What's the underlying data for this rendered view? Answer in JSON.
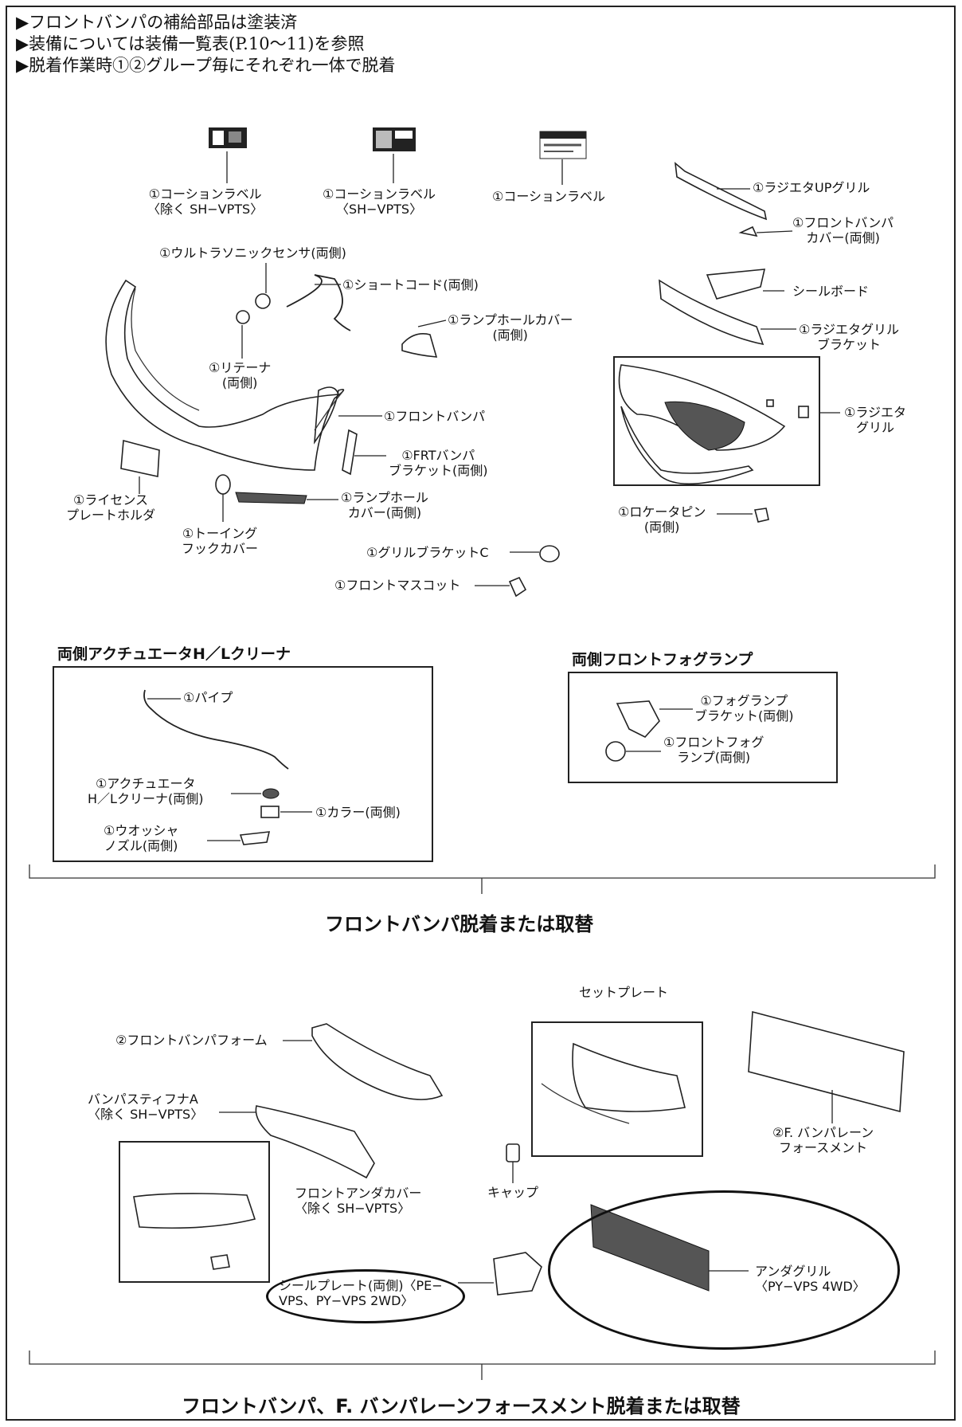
{
  "notes": [
    "▶フロントバンパの補給部品は塗装済",
    "▶装備については装備一覧表(P.10～11)を参照",
    "▶脱着作業時①②グループ毎にそれぞれ一体で脱着"
  ],
  "section1": {
    "title": "フロントバンパ脱着または取替",
    "labels": {
      "caution1": "①コーションラベル\n〈除く SH−VPTS〉",
      "caution2": "①コーションラベル\n〈SH−VPTS〉",
      "caution3": "①コーションラベル",
      "radiator_up_grille": "①ラジエタUPグリル",
      "front_bumper_cover": "①フロントバンパ\nカバー(両側)",
      "ultrasonic_sensor": "①ウルトラソニックセンサ(両側)",
      "short_cord": "①ショートコード(両側)",
      "seal_board": "シールボード",
      "lamp_hole_cover_upper": "①ランプホールカバー\n(両側)",
      "radiator_grille_bracket": "①ラジエタグリル\nブラケット",
      "retainer": "①リテーナ\n(両側)",
      "radiator_grille": "①ラジエタ\nグリル",
      "front_bumper": "①フロントバンパ",
      "frt_bumper_bracket": "①FRTバンパ\nブラケット(両側)",
      "license_plate_holder": "①ライセンス\nプレートホルダ",
      "lamp_hole_cover_lower": "①ランプホール\nカバー(両側)",
      "locator_pin": "①ロケータピン\n(両側)",
      "towing_hook_cover": "①トーイング\nフックカバー",
      "grille_bracket_c": "①グリルブラケットC",
      "front_mascot": "①フロントマスコット"
    },
    "actuator_group": {
      "title": "両側アクチュエータH／Lクリーナ",
      "pipe": "①パイプ",
      "actuator": "①アクチュエータ\nH／Lクリーナ(両側)",
      "collar": "①カラー(両側)",
      "washer_nozzle": "①ウオッシャ\nノズル(両側)"
    },
    "fog_group": {
      "title": "両側フロントフォグランプ",
      "fog_bracket": "①フォグランプ\nブラケット(両側)",
      "fog_lamp": "①フロントフォグ\nランプ(両側)"
    }
  },
  "section2": {
    "title": "フロントバンパ、F. バンパレーンフォースメント脱着または取替",
    "labels": {
      "set_plate": "セットプレート",
      "bumper_foam": "②フロントバンパフォーム",
      "bumper_stiffener": "バンパスティフナA\n〈除く SH−VPTS〉",
      "reinforcement": "②F. バンパレーン\nフォースメント",
      "cap": "キャップ",
      "under_cover": "フロントアンダカバー\n〈除く SH−VPTS〉",
      "seal_plate": "シールプレート(両側)〈PE−\nVPS、PY−VPS 2WD〉",
      "under_grille": "アンダグリル\n〈PY−VPS 4WD〉"
    }
  }
}
